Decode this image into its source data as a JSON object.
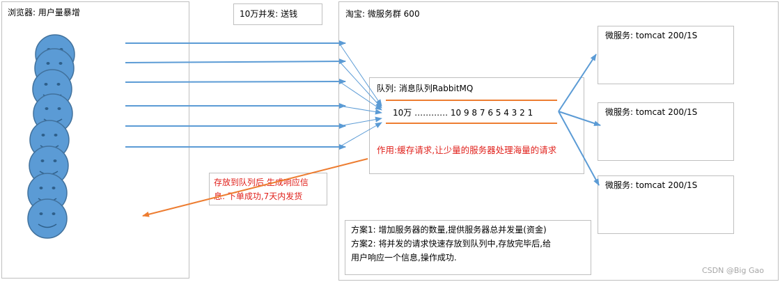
{
  "browser": {
    "title": "浏览器: 用户量暴增"
  },
  "note_top": {
    "text": "10万并发: 送钱"
  },
  "taobao": {
    "title": "淘宝: 微服务群  600"
  },
  "queue": {
    "title": "队列:  消息队列RabbitMQ",
    "content": "10万 ………… 10 9 8 7 6 5 4 3 2 1",
    "purpose": "作用:缓存请求,让少量的服务器处理海量的请求"
  },
  "services": [
    {
      "label": "微服务: tomcat   200/1S"
    },
    {
      "label": "微服务: tomcat  200/1S"
    },
    {
      "label": "微服务: tomcat  200/1S"
    }
  ],
  "response": {
    "line1": "存放到队列后,生成响应信",
    "line2": "息: 下单成功,7天内发货"
  },
  "plans": {
    "line1": "方案1: 增加服务器的数量,提供服务器总并发量(资金)",
    "line2": "方案2: 将并发的请求快速存放到队列中,存放完毕后,给",
    "line3": "用户响应一个信息,操作成功."
  },
  "watermark": {
    "text": "CSDN @Big Gao"
  },
  "colors": {
    "blue_arrow": "#5b9bd5",
    "orange": "#ed7d31",
    "face_fill": "#5b9bd5",
    "face_stroke": "#41719c",
    "red_text": "#e0201b"
  },
  "icons": {
    "user": "smiley-face-icon"
  },
  "user_count": 8
}
